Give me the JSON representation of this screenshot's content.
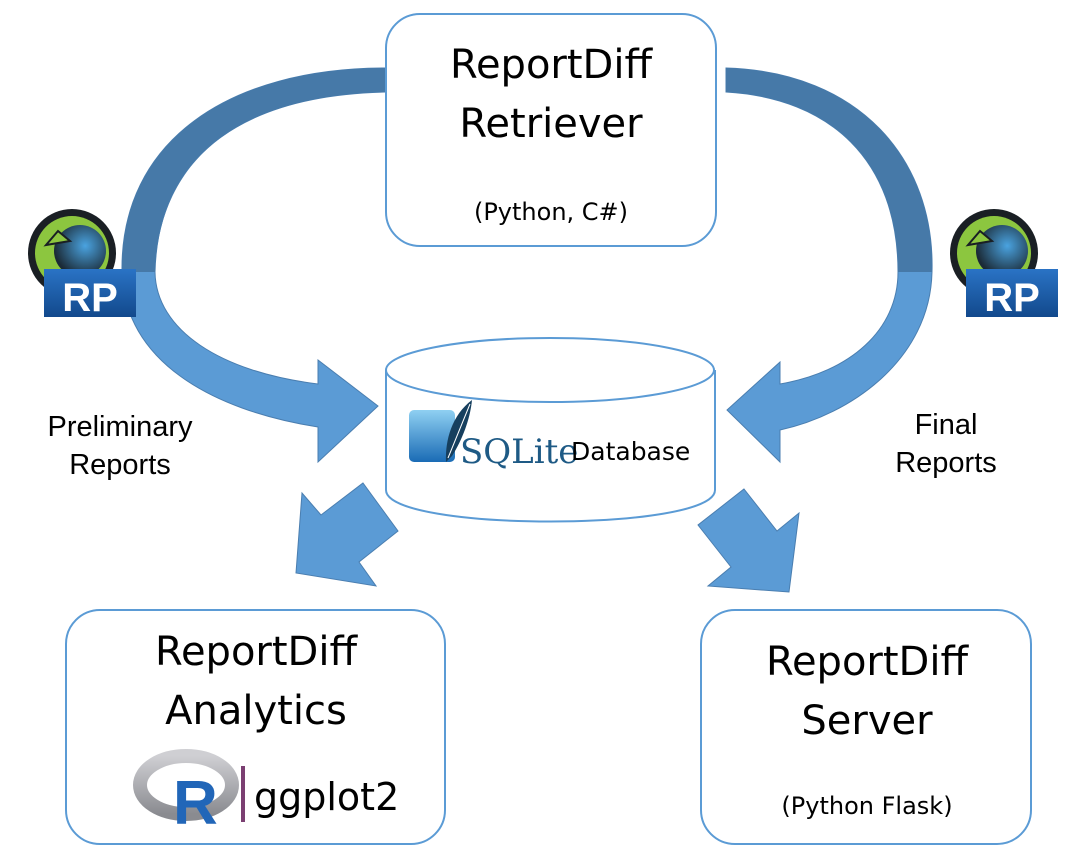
{
  "diagram": {
    "nodes": {
      "retriever": {
        "title_line1": "ReportDiff",
        "title_line2": "Retriever",
        "subtitle": "(Python, C#)"
      },
      "database": {
        "logo_text": "SQLite",
        "label": "Database"
      },
      "analytics": {
        "title_line1": "ReportDiff",
        "title_line2": "Analytics",
        "logo_r": "R",
        "logo_text": "ggplot2"
      },
      "server": {
        "title_line1": "ReportDiff",
        "title_line2": "Server",
        "subtitle": "(Python Flask)"
      }
    },
    "edges": {
      "preliminary": {
        "label_line1": "Preliminary",
        "label_line2": "Reports",
        "from": "retriever",
        "to": "database"
      },
      "final": {
        "label_line1": "Final",
        "label_line2": "Reports",
        "from": "retriever",
        "to": "database"
      },
      "to_analytics": {
        "from": "database",
        "to": "analytics"
      },
      "to_server": {
        "from": "database",
        "to": "server"
      }
    },
    "icons": {
      "rp_left": {
        "text": "RP"
      },
      "rp_right": {
        "text": "RP"
      }
    },
    "colors": {
      "box_border": "#5b9bd5",
      "arrow_dark": "#4679a8",
      "arrow_light": "#5b9bd5",
      "rp_blue": "#1a5ca8",
      "rp_green": "#8cc63f",
      "sqlite_blue": "#1e5a85",
      "ggplot_bar": "#7b3f72"
    }
  }
}
